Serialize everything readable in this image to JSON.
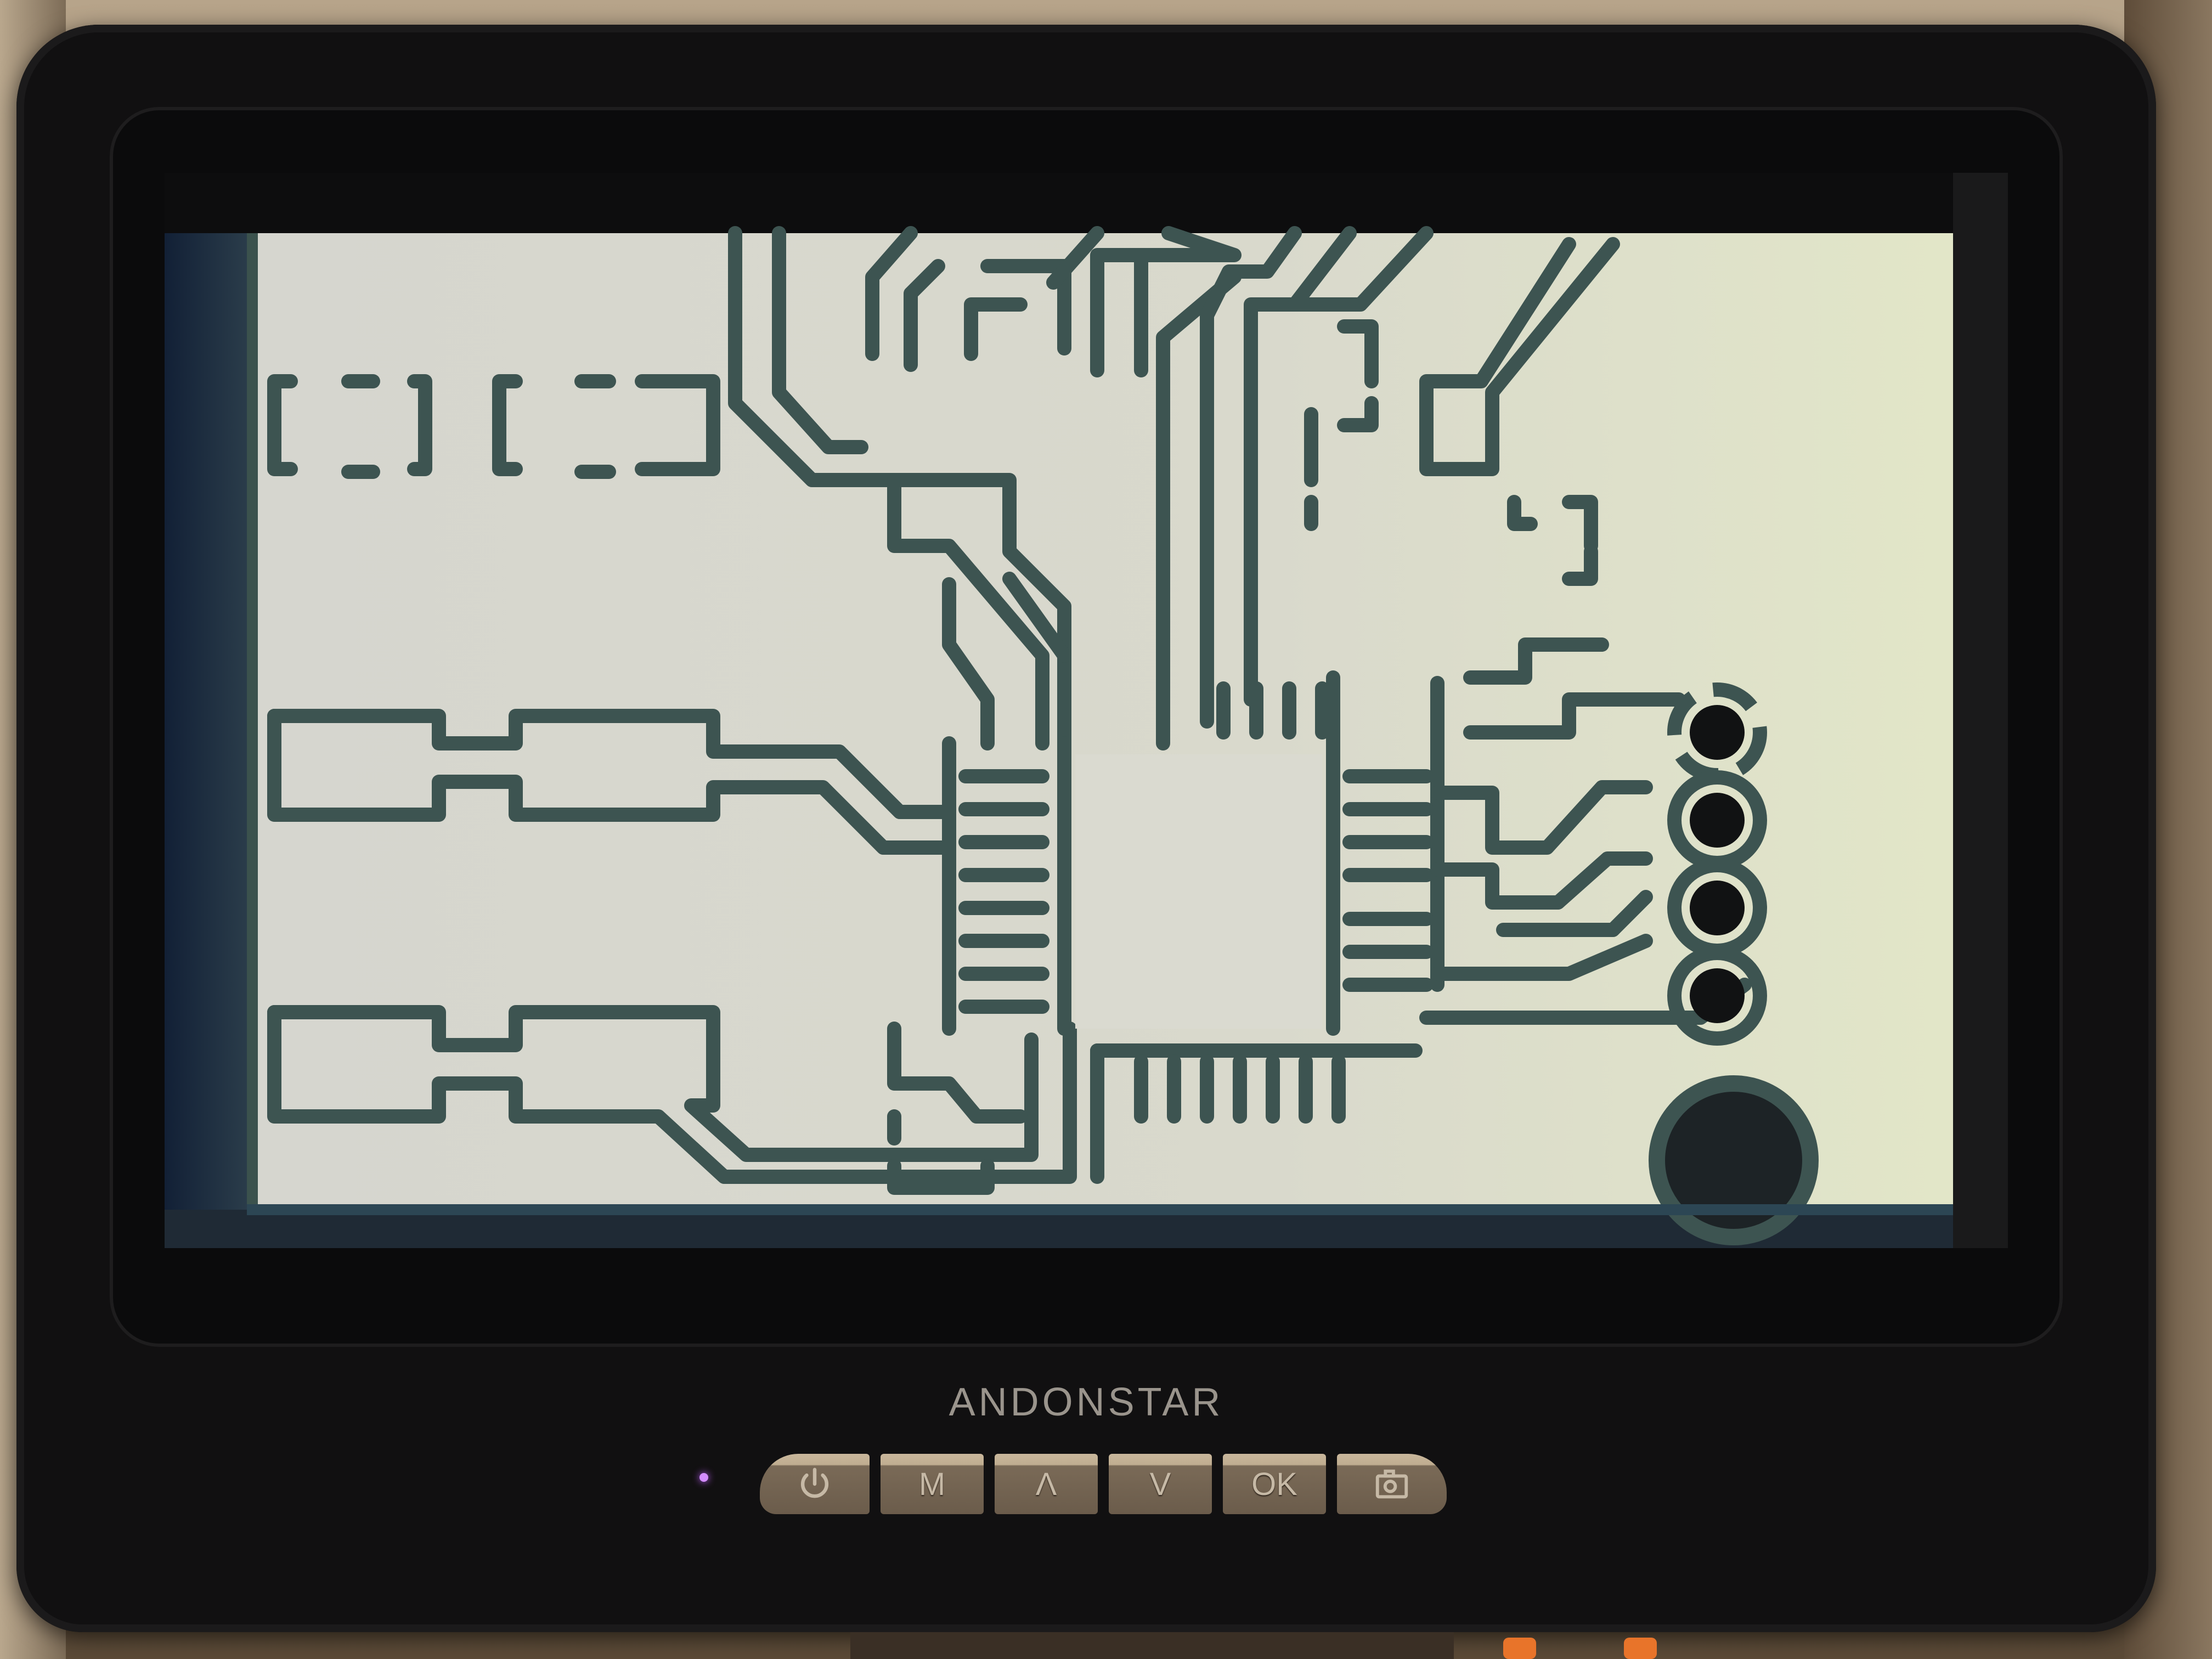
{
  "device": {
    "brand_label": "ANDONSTAR",
    "type": "digital microscope monitor",
    "power_led_color": "#d48cff"
  },
  "screen": {
    "content": "magnified milled PCB (copper board, isolation-routed traces around a QFN chip)",
    "colors": {
      "copper": "#d9d8cc",
      "copper_tint_right": "#dfe3c8",
      "isolation_groove": "#3d5451",
      "groove_highlight": "#7a8f5f",
      "hole": "#111213",
      "left_edge": "#1b2b3a"
    },
    "features": {
      "left_pads_top": [
        "pad-pair-1",
        "pad-pair-2"
      ],
      "left_pads_long": [
        "resistor-pad-row-1",
        "resistor-pad-row-2"
      ],
      "center_chip": "QFN package with pins on four sides",
      "header_holes": 4,
      "mounting_hole": 1
    }
  },
  "buttons": [
    {
      "id": "power",
      "label": "",
      "icon": "power-icon"
    },
    {
      "id": "menu",
      "label": "M",
      "icon": ""
    },
    {
      "id": "up",
      "label": "Λ",
      "icon": ""
    },
    {
      "id": "down",
      "label": "V",
      "icon": ""
    },
    {
      "id": "ok",
      "label": "OK",
      "icon": ""
    },
    {
      "id": "capture",
      "label": "",
      "icon": "camera-icon"
    }
  ]
}
